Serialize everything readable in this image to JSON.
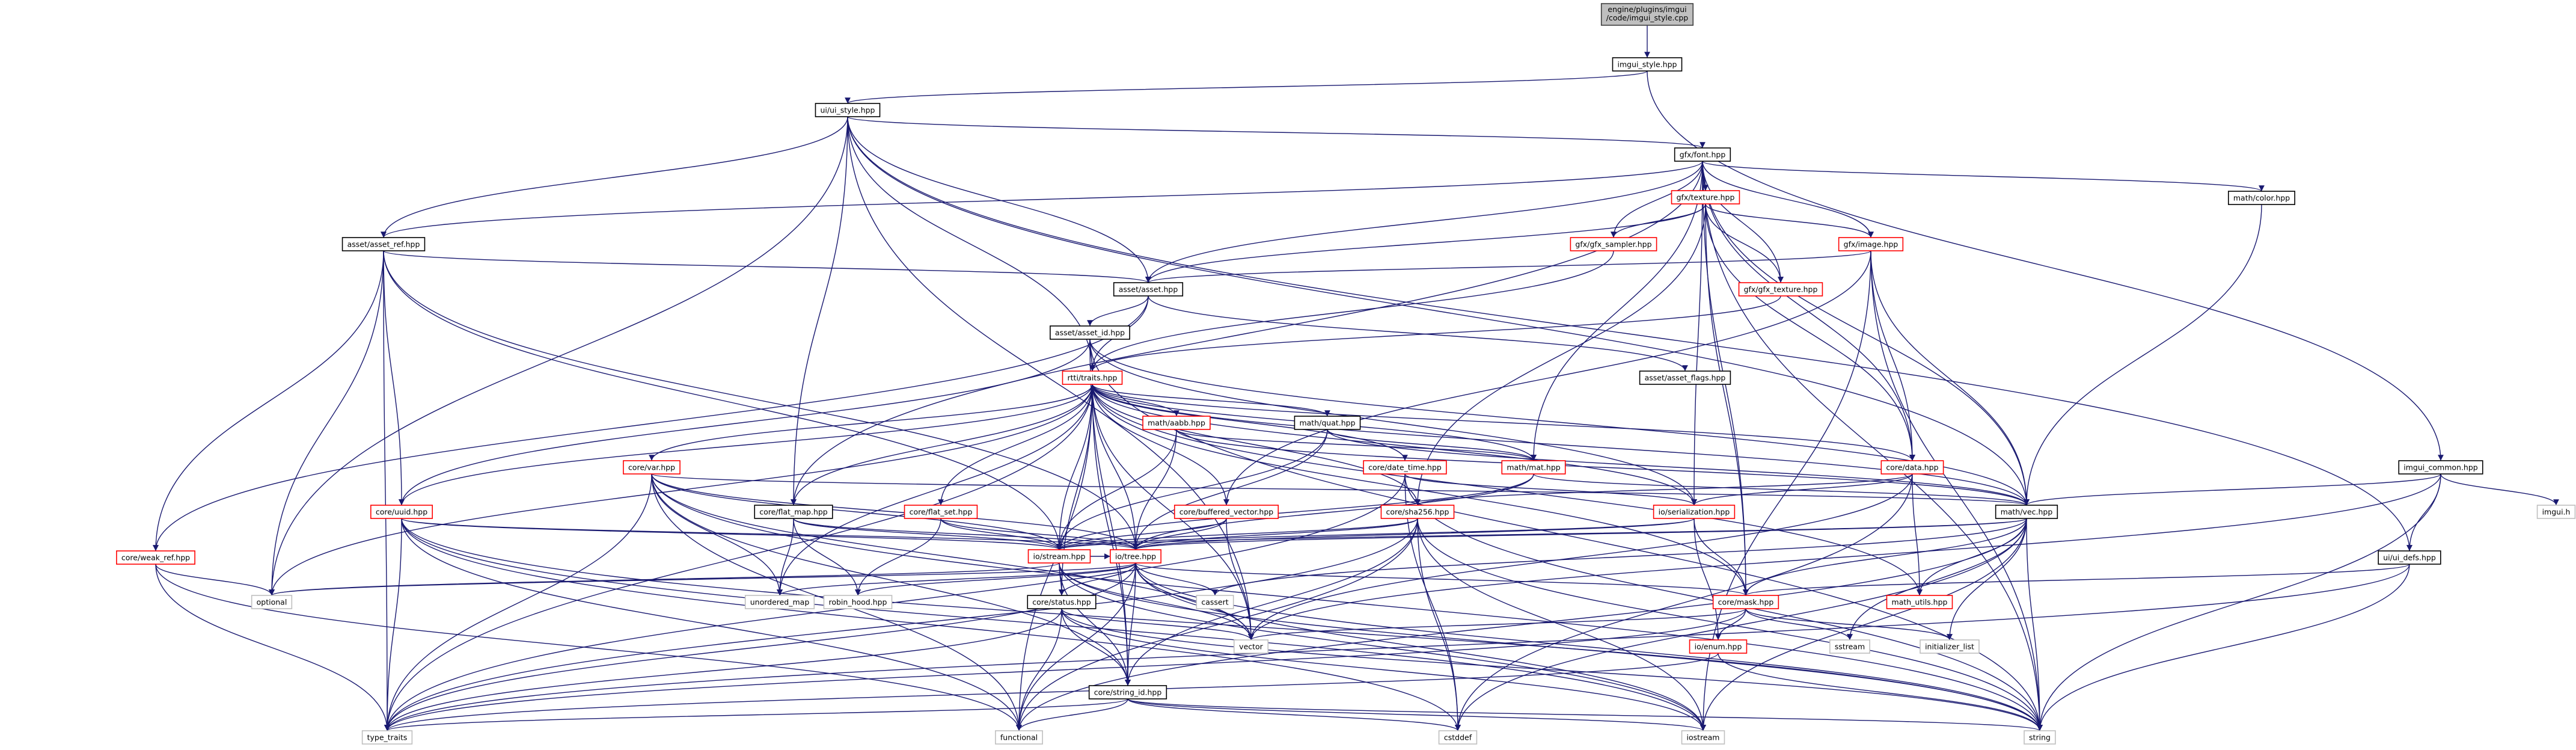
{
  "nodes": [
    {
      "id": "root",
      "lines": [
        "engine/plugins/imgui",
        "/code/imgui_style.cpp"
      ],
      "style": "root"
    },
    {
      "id": "imgui_style",
      "lines": [
        "imgui_style.hpp"
      ],
      "style": "normal"
    },
    {
      "id": "ui_style",
      "lines": [
        "ui/ui_style.hpp"
      ],
      "style": "normal"
    },
    {
      "id": "imgui_common",
      "lines": [
        "imgui_common.hpp"
      ],
      "style": "normal"
    },
    {
      "id": "gfx_font",
      "lines": [
        "gfx/font.hpp"
      ],
      "style": "normal"
    },
    {
      "id": "asset_ref",
      "lines": [
        "asset/asset_ref.hpp"
      ],
      "style": "normal"
    },
    {
      "id": "gfx_texture",
      "lines": [
        "gfx/texture.hpp"
      ],
      "style": "red"
    },
    {
      "id": "math_color",
      "lines": [
        "math/color.hpp"
      ],
      "style": "normal"
    },
    {
      "id": "gfx_image",
      "lines": [
        "gfx/image.hpp"
      ],
      "style": "red"
    },
    {
      "id": "gfx_sampler",
      "lines": [
        "gfx/gfx_sampler.hpp"
      ],
      "style": "red"
    },
    {
      "id": "asset_asset",
      "lines": [
        "asset/asset.hpp"
      ],
      "style": "normal"
    },
    {
      "id": "gfx_gfx_texture",
      "lines": [
        "gfx/gfx_texture.hpp"
      ],
      "style": "red"
    },
    {
      "id": "asset_id",
      "lines": [
        "asset/asset_id.hpp"
      ],
      "style": "normal"
    },
    {
      "id": "asset_flags",
      "lines": [
        "asset/asset_flags.hpp"
      ],
      "style": "normal"
    },
    {
      "id": "rtti_traits",
      "lines": [
        "rtti/traits.hpp"
      ],
      "style": "red"
    },
    {
      "id": "math_aabb",
      "lines": [
        "math/aabb.hpp"
      ],
      "style": "red"
    },
    {
      "id": "math_quat",
      "lines": [
        "math/quat.hpp"
      ],
      "style": "normal"
    },
    {
      "id": "core_date_time",
      "lines": [
        "core/date_time.hpp"
      ],
      "style": "red"
    },
    {
      "id": "math_mat",
      "lines": [
        "math/mat.hpp"
      ],
      "style": "red"
    },
    {
      "id": "core_data",
      "lines": [
        "core/data.hpp"
      ],
      "style": "red"
    },
    {
      "id": "core_var",
      "lines": [
        "core/var.hpp"
      ],
      "style": "red"
    },
    {
      "id": "core_flat_map",
      "lines": [
        "core/flat_map.hpp"
      ],
      "style": "normal"
    },
    {
      "id": "core_flat_set",
      "lines": [
        "core/flat_set.hpp"
      ],
      "style": "red"
    },
    {
      "id": "core_buffered_vector",
      "lines": [
        "core/buffered_vector.hpp"
      ],
      "style": "red"
    },
    {
      "id": "core_sha256",
      "lines": [
        "core/sha256.hpp"
      ],
      "style": "red"
    },
    {
      "id": "io_serialization",
      "lines": [
        "io/serialization.hpp"
      ],
      "style": "red"
    },
    {
      "id": "math_vec",
      "lines": [
        "math/vec.hpp"
      ],
      "style": "normal"
    },
    {
      "id": "imgui_h",
      "lines": [
        "imgui.h"
      ],
      "style": "gray"
    },
    {
      "id": "ui_defs",
      "lines": [
        "ui/ui_defs.hpp"
      ],
      "style": "normal"
    },
    {
      "id": "core_uuid",
      "lines": [
        "core/uuid.hpp"
      ],
      "style": "red"
    },
    {
      "id": "core_weak_ref",
      "lines": [
        "core/weak_ref.hpp"
      ],
      "style": "red"
    },
    {
      "id": "io_stream",
      "lines": [
        "io/stream.hpp"
      ],
      "style": "red"
    },
    {
      "id": "io_tree",
      "lines": [
        "io/tree.hpp"
      ],
      "style": "red"
    },
    {
      "id": "math_utils",
      "lines": [
        "math_utils.hpp"
      ],
      "style": "red"
    },
    {
      "id": "optional",
      "lines": [
        "optional"
      ],
      "style": "gray"
    },
    {
      "id": "unordered_map",
      "lines": [
        "unordered_map"
      ],
      "style": "gray"
    },
    {
      "id": "robin_hood",
      "lines": [
        "robin_hood.hpp"
      ],
      "style": "gray"
    },
    {
      "id": "core_status",
      "lines": [
        "core/status.hpp"
      ],
      "style": "normal"
    },
    {
      "id": "cassert",
      "lines": [
        "cassert"
      ],
      "style": "gray"
    },
    {
      "id": "core_mask",
      "lines": [
        "core/mask.hpp"
      ],
      "style": "red"
    },
    {
      "id": "vector",
      "lines": [
        "vector"
      ],
      "style": "gray"
    },
    {
      "id": "sstream",
      "lines": [
        "sstream"
      ],
      "style": "gray"
    },
    {
      "id": "initializer_list",
      "lines": [
        "initializer_list"
      ],
      "style": "gray"
    },
    {
      "id": "io_enum",
      "lines": [
        "io/enum.hpp"
      ],
      "style": "red"
    },
    {
      "id": "core_string_id",
      "lines": [
        "core/string_id.hpp"
      ],
      "style": "normal"
    },
    {
      "id": "type_traits",
      "lines": [
        "type_traits"
      ],
      "style": "gray"
    },
    {
      "id": "functional",
      "lines": [
        "functional"
      ],
      "style": "gray"
    },
    {
      "id": "cstddef",
      "lines": [
        "cstddef"
      ],
      "style": "gray"
    },
    {
      "id": "iostream",
      "lines": [
        "iostream"
      ],
      "style": "gray"
    },
    {
      "id": "string",
      "lines": [
        "string"
      ],
      "style": "gray"
    }
  ],
  "edges": [
    [
      "root",
      "imgui_style"
    ],
    [
      "imgui_style",
      "ui_style"
    ],
    [
      "imgui_style",
      "imgui_common"
    ],
    [
      "ui_style",
      "gfx_font"
    ],
    [
      "ui_style",
      "asset_ref"
    ],
    [
      "ui_style",
      "asset_asset"
    ],
    [
      "ui_style",
      "rtti_traits"
    ],
    [
      "ui_style",
      "core_flat_map"
    ],
    [
      "ui_style",
      "optional"
    ],
    [
      "ui_style",
      "vector"
    ],
    [
      "ui_style",
      "ui_defs"
    ],
    [
      "ui_style",
      "math_vec"
    ],
    [
      "gfx_font",
      "gfx_texture"
    ],
    [
      "gfx_font",
      "math_color"
    ],
    [
      "gfx_font",
      "gfx_image"
    ],
    [
      "gfx_font",
      "gfx_sampler"
    ],
    [
      "gfx_font",
      "asset_asset"
    ],
    [
      "gfx_font",
      "gfx_gfx_texture"
    ],
    [
      "gfx_font",
      "asset_ref"
    ],
    [
      "gfx_font",
      "core_data"
    ],
    [
      "gfx_font",
      "math_vec"
    ],
    [
      "gfx_font",
      "core_flat_map"
    ],
    [
      "gfx_font",
      "math_mat"
    ],
    [
      "gfx_font",
      "io_serialization"
    ],
    [
      "gfx_font",
      "string"
    ],
    [
      "gfx_font",
      "core_mask"
    ],
    [
      "gfx_texture",
      "gfx_image"
    ],
    [
      "gfx_texture",
      "gfx_sampler"
    ],
    [
      "gfx_texture",
      "asset_asset"
    ],
    [
      "gfx_texture",
      "gfx_gfx_texture"
    ],
    [
      "gfx_texture",
      "core_data"
    ],
    [
      "gfx_texture",
      "core_sha256"
    ],
    [
      "gfx_texture",
      "core_mask"
    ],
    [
      "gfx_image",
      "asset_asset"
    ],
    [
      "gfx_image",
      "core_data"
    ],
    [
      "gfx_image",
      "math_vec"
    ],
    [
      "gfx_image",
      "string"
    ],
    [
      "gfx_image",
      "core_buffered_vector"
    ],
    [
      "gfx_image",
      "iostream"
    ],
    [
      "gfx_sampler",
      "rtti_traits"
    ],
    [
      "gfx_gfx_texture",
      "rtti_traits"
    ],
    [
      "math_color",
      "math_vec"
    ],
    [
      "asset_ref",
      "asset_asset"
    ],
    [
      "asset_ref",
      "core_uuid"
    ],
    [
      "asset_ref",
      "optional"
    ],
    [
      "asset_ref",
      "type_traits"
    ],
    [
      "asset_ref",
      "io_tree"
    ],
    [
      "asset_ref",
      "io_stream"
    ],
    [
      "asset_ref",
      "core_weak_ref"
    ],
    [
      "asset_asset",
      "asset_id"
    ],
    [
      "asset_asset",
      "asset_flags"
    ],
    [
      "asset_asset",
      "rtti_traits"
    ],
    [
      "asset_asset",
      "core_weak_ref"
    ],
    [
      "asset_id",
      "rtti_traits"
    ],
    [
      "asset_id",
      "core_uuid"
    ],
    [
      "asset_id",
      "string"
    ],
    [
      "asset_id",
      "io_serialization"
    ],
    [
      "asset_id",
      "core_string_id"
    ],
    [
      "asset_id",
      "math_vec"
    ],
    [
      "rtti_traits",
      "math_aabb"
    ],
    [
      "rtti_traits",
      "math_quat"
    ],
    [
      "rtti_traits",
      "core_date_time"
    ],
    [
      "rtti_traits",
      "math_mat"
    ],
    [
      "rtti_traits",
      "core_data"
    ],
    [
      "rtti_traits",
      "core_var"
    ],
    [
      "rtti_traits",
      "core_flat_map"
    ],
    [
      "rtti_traits",
      "core_flat_set"
    ],
    [
      "rtti_traits",
      "core_buffered_vector"
    ],
    [
      "rtti_traits",
      "core_sha256"
    ],
    [
      "rtti_traits",
      "io_serialization"
    ],
    [
      "rtti_traits",
      "math_vec"
    ],
    [
      "rtti_traits",
      "core_uuid"
    ],
    [
      "rtti_traits",
      "io_stream"
    ],
    [
      "rtti_traits",
      "io_tree"
    ],
    [
      "rtti_traits",
      "math_utils"
    ],
    [
      "rtti_traits",
      "optional"
    ],
    [
      "rtti_traits",
      "unordered_map"
    ],
    [
      "rtti_traits",
      "vector"
    ],
    [
      "rtti_traits",
      "type_traits"
    ],
    [
      "rtti_traits",
      "functional"
    ],
    [
      "rtti_traits",
      "core_string_id"
    ],
    [
      "rtti_traits",
      "core_status"
    ],
    [
      "rtti_traits",
      "core_mask"
    ],
    [
      "math_aabb",
      "math_mat"
    ],
    [
      "math_aabb",
      "math_vec"
    ],
    [
      "math_aabb",
      "io_stream"
    ],
    [
      "math_aabb",
      "io_tree"
    ],
    [
      "math_quat",
      "math_mat"
    ],
    [
      "math_quat",
      "math_vec"
    ],
    [
      "math_quat",
      "io_stream"
    ],
    [
      "math_quat",
      "io_tree"
    ],
    [
      "core_date_time",
      "io_serialization"
    ],
    [
      "core_date_time",
      "string"
    ],
    [
      "core_date_time",
      "cstddef"
    ],
    [
      "core_date_time",
      "type_traits"
    ],
    [
      "math_mat",
      "math_vec"
    ],
    [
      "math_mat",
      "io_stream"
    ],
    [
      "math_mat",
      "io_tree"
    ],
    [
      "core_data",
      "io_serialization"
    ],
    [
      "core_data",
      "vector"
    ],
    [
      "core_data",
      "cstddef"
    ],
    [
      "core_data",
      "math_utils"
    ],
    [
      "core_data",
      "core_sha256"
    ],
    [
      "core_var",
      "io_stream"
    ],
    [
      "core_var",
      "io_tree"
    ],
    [
      "core_var",
      "type_traits"
    ],
    [
      "core_var",
      "functional"
    ],
    [
      "core_var",
      "string"
    ],
    [
      "core_var",
      "math_vec"
    ],
    [
      "core_var",
      "vector"
    ],
    [
      "core_var",
      "core_string_id"
    ],
    [
      "core_var",
      "unordered_map"
    ],
    [
      "core_flat_map",
      "io_stream"
    ],
    [
      "core_flat_map",
      "io_tree"
    ],
    [
      "core_flat_map",
      "unordered_map"
    ],
    [
      "core_flat_map",
      "robin_hood"
    ],
    [
      "core_flat_set",
      "io_stream"
    ],
    [
      "core_flat_set",
      "io_tree"
    ],
    [
      "core_flat_set",
      "robin_hood"
    ],
    [
      "core_buffered_vector",
      "io_stream"
    ],
    [
      "core_buffered_vector",
      "io_tree"
    ],
    [
      "core_buffered_vector",
      "vector"
    ],
    [
      "core_sha256",
      "io_stream"
    ],
    [
      "core_sha256",
      "io_tree"
    ],
    [
      "core_sha256",
      "string"
    ],
    [
      "core_sha256",
      "cstddef"
    ],
    [
      "core_sha256",
      "iostream"
    ],
    [
      "core_sha256",
      "type_traits"
    ],
    [
      "core_sha256",
      "functional"
    ],
    [
      "core_sha256",
      "core_string_id"
    ],
    [
      "io_serialization",
      "io_stream"
    ],
    [
      "io_serialization",
      "io_tree"
    ],
    [
      "io_serialization",
      "core_mask"
    ],
    [
      "io_serialization",
      "io_enum"
    ],
    [
      "math_vec",
      "math_utils"
    ],
    [
      "math_vec",
      "io_stream"
    ],
    [
      "math_vec",
      "io_tree"
    ],
    [
      "math_vec",
      "cassert"
    ],
    [
      "math_vec",
      "sstream"
    ],
    [
      "math_vec",
      "initializer_list"
    ],
    [
      "math_vec",
      "string"
    ],
    [
      "math_vec",
      "core_mask"
    ],
    [
      "math_vec",
      "cstddef"
    ],
    [
      "math_vec",
      "iostream"
    ],
    [
      "math_vec",
      "functional"
    ],
    [
      "imgui_common",
      "math_vec"
    ],
    [
      "imgui_common",
      "imgui_h"
    ],
    [
      "imgui_common",
      "ui_defs"
    ],
    [
      "imgui_common",
      "string"
    ],
    [
      "imgui_common",
      "vector"
    ],
    [
      "ui_defs",
      "core_mask"
    ],
    [
      "ui_defs",
      "string"
    ],
    [
      "ui_defs",
      "type_traits"
    ],
    [
      "core_uuid",
      "io_stream"
    ],
    [
      "core_uuid",
      "io_tree"
    ],
    [
      "core_uuid",
      "type_traits"
    ],
    [
      "core_uuid",
      "string"
    ],
    [
      "core_uuid",
      "iostream"
    ],
    [
      "core_uuid",
      "cstddef"
    ],
    [
      "core_uuid",
      "functional"
    ],
    [
      "core_weak_ref",
      "optional"
    ],
    [
      "core_weak_ref",
      "type_traits"
    ],
    [
      "core_weak_ref",
      "functional"
    ],
    [
      "io_stream",
      "io_tree"
    ],
    [
      "io_stream",
      "core_status"
    ],
    [
      "io_stream",
      "optional"
    ],
    [
      "io_stream",
      "vector"
    ],
    [
      "io_stream",
      "iostream"
    ],
    [
      "io_stream",
      "string"
    ],
    [
      "io_stream",
      "core_string_id"
    ],
    [
      "io_tree",
      "core_status"
    ],
    [
      "io_tree",
      "cassert"
    ],
    [
      "io_tree",
      "unordered_map"
    ],
    [
      "io_tree",
      "robin_hood"
    ],
    [
      "io_tree",
      "optional"
    ],
    [
      "io_tree",
      "vector"
    ],
    [
      "io_tree",
      "core_mask"
    ],
    [
      "io_tree",
      "core_string_id"
    ],
    [
      "io_tree",
      "type_traits"
    ],
    [
      "io_tree",
      "functional"
    ],
    [
      "io_tree",
      "iostream"
    ],
    [
      "io_tree",
      "string"
    ],
    [
      "core_status",
      "core_string_id"
    ],
    [
      "core_status",
      "functional"
    ],
    [
      "core_status",
      "type_traits"
    ],
    [
      "core_status",
      "iostream"
    ],
    [
      "core_status",
      "string"
    ],
    [
      "core_status",
      "vector"
    ],
    [
      "core_mask",
      "io_enum"
    ],
    [
      "core_mask",
      "vector"
    ],
    [
      "core_mask",
      "sstream"
    ],
    [
      "core_mask",
      "initializer_list"
    ],
    [
      "core_mask",
      "type_traits"
    ],
    [
      "io_enum",
      "string"
    ],
    [
      "io_enum",
      "type_traits"
    ],
    [
      "core_string_id",
      "string"
    ],
    [
      "core_string_id",
      "type_traits"
    ],
    [
      "core_string_id",
      "functional"
    ],
    [
      "core_string_id",
      "cstddef"
    ],
    [
      "core_string_id",
      "iostream"
    ]
  ]
}
